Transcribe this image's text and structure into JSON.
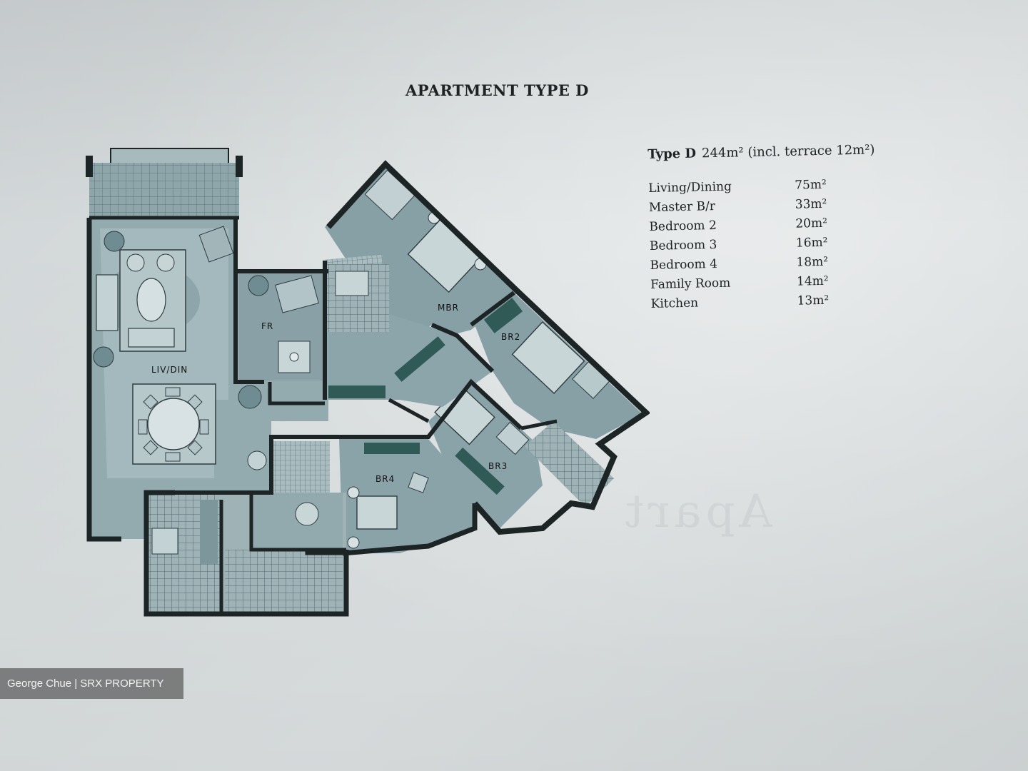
{
  "document": {
    "title": "APARTMENT TYPE D",
    "type_label": "Type D",
    "total_area": "244m² (incl. terrace 12m²)",
    "rooms": [
      {
        "name": "Living/Dining",
        "area": "75m²"
      },
      {
        "name": "Master B/r",
        "area": "33m²"
      },
      {
        "name": "Bedroom 2",
        "area": "20m²"
      },
      {
        "name": "Bedroom 3",
        "area": "16m²"
      },
      {
        "name": "Bedroom 4",
        "area": "18m²"
      },
      {
        "name": "Family Room",
        "area": "14m²"
      },
      {
        "name": "Kitchen",
        "area": "13m²"
      }
    ]
  },
  "plan": {
    "labels": {
      "livdin": "LIV/DIN",
      "fr": "FR",
      "mbr": "MBR",
      "br2": "BR2",
      "br3": "BR3",
      "br4": "BR4"
    },
    "colors": {
      "wash": "#8fa6ab",
      "wash_dark": "#5e7a81",
      "wall": "#1d2426",
      "accent_green": "#2f5a55"
    }
  },
  "watermark": {
    "text": "George Chue | SRX PROPERTY"
  }
}
